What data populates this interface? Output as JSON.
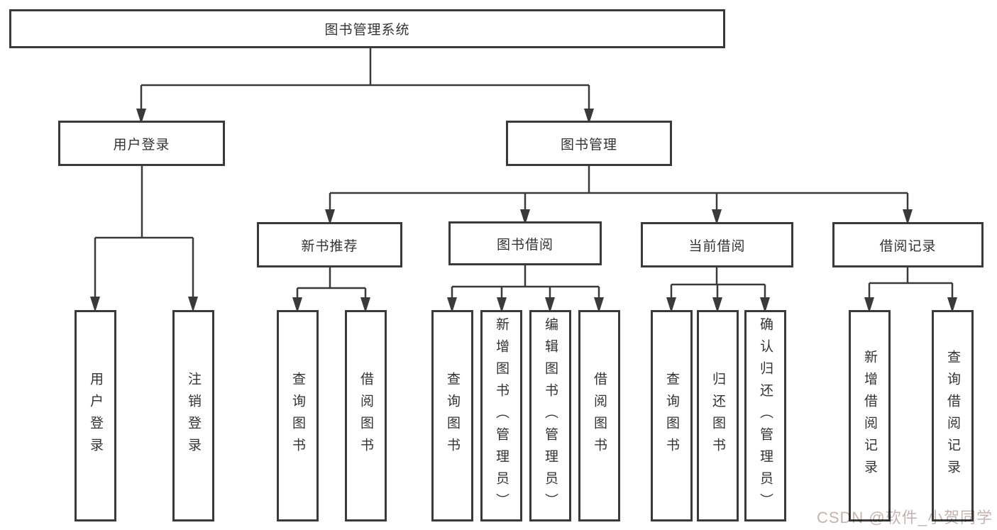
{
  "watermark": {
    "text": "CSDN @软件_小贺同学",
    "color": "#c7b2b2"
  },
  "colors": {
    "line": "#3a3a3a",
    "box_border": "#3a3a3a",
    "box_fill": "#ffffff",
    "text": "#333333",
    "background": "#ffffff"
  },
  "tree": {
    "label": "图书管理系统",
    "children": [
      {
        "label": "用户登录",
        "children": [
          {
            "label": "用户登录"
          },
          {
            "label": "注销登录"
          }
        ]
      },
      {
        "label": "图书管理",
        "children": [
          {
            "label": "新书推荐",
            "children": [
              {
                "label": "查询图书"
              },
              {
                "label": "借阅图书"
              }
            ]
          },
          {
            "label": "图书借阅",
            "children": [
              {
                "label": "查询图书"
              },
              {
                "label": "新增图书（管理员）"
              },
              {
                "label": "编辑图书（管理员）"
              },
              {
                "label": "借阅图书"
              }
            ]
          },
          {
            "label": "当前借阅",
            "children": [
              {
                "label": "查询图书"
              },
              {
                "label": "归还图书"
              },
              {
                "label": "确认归还（管理员）"
              }
            ]
          },
          {
            "label": "借阅记录",
            "children": [
              {
                "label": "新增借阅记录"
              },
              {
                "label": "查询借阅记录"
              }
            ]
          }
        ]
      }
    ]
  }
}
